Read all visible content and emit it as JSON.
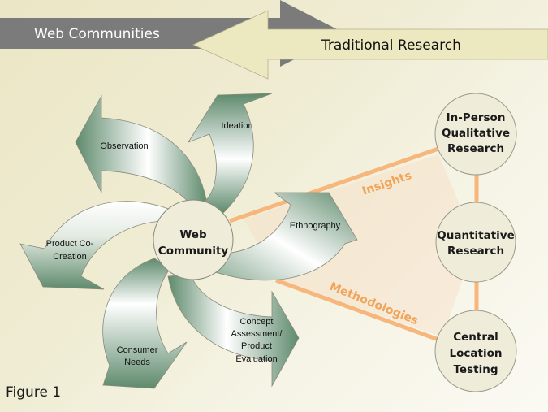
{
  "header": {
    "left_arrow_label": "Web Communities",
    "right_arrow_label": "Traditional Research"
  },
  "center": {
    "line1": "Web",
    "line2": "Community"
  },
  "petals": [
    {
      "label_lines": [
        "Ideation"
      ]
    },
    {
      "label_lines": [
        "Observation"
      ]
    },
    {
      "label_lines": [
        "Product Co-",
        "Creation"
      ]
    },
    {
      "label_lines": [
        "Consumer",
        "Needs"
      ]
    },
    {
      "label_lines": [
        "Concept",
        "Assessment/",
        "Product",
        "Evaluation"
      ]
    },
    {
      "label_lines": [
        "Ethnography"
      ]
    }
  ],
  "research_nodes": [
    {
      "label_lines": [
        "In-Person",
        "Qualitative",
        "Research"
      ]
    },
    {
      "label_lines": [
        "Quantitative",
        "Research"
      ]
    },
    {
      "label_lines": [
        "Central",
        "Location",
        "Testing"
      ]
    }
  ],
  "connectors": {
    "top": "Insights",
    "bottom": "Methodologies"
  },
  "caption": "Figure 1",
  "colors": {
    "gray_arrow": "#7b7b7b",
    "cream_arrow": "#ece8c0",
    "petal_green": "#5e8a6c",
    "connector_orange": "#f6b67c",
    "circle_fill": "#efecd9"
  }
}
